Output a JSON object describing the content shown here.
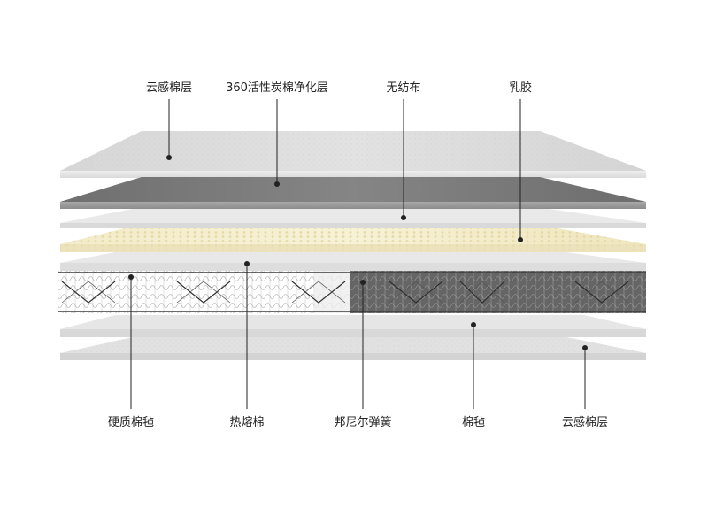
{
  "labels": {
    "top": [
      {
        "text": "云感棉层"
      },
      {
        "text": "360活性炭棉净化层"
      },
      {
        "text": "无纺布"
      },
      {
        "text": "乳胶"
      }
    ],
    "bottom": [
      {
        "text": "硬质棉毡"
      },
      {
        "text": "热熔棉"
      },
      {
        "text": "邦尼尔弹簧"
      },
      {
        "text": "棉毡"
      },
      {
        "text": "云感棉层"
      }
    ]
  },
  "colors": {
    "comfort_foam": "#dcdcdc",
    "carbon_layer": "#7b7b7b",
    "nonwoven": "#e9e9e9",
    "latex": "#f2ebc9",
    "spring_wire": "#3a3a3a",
    "felt": "#e4e4e4",
    "label_text": "#222222"
  }
}
